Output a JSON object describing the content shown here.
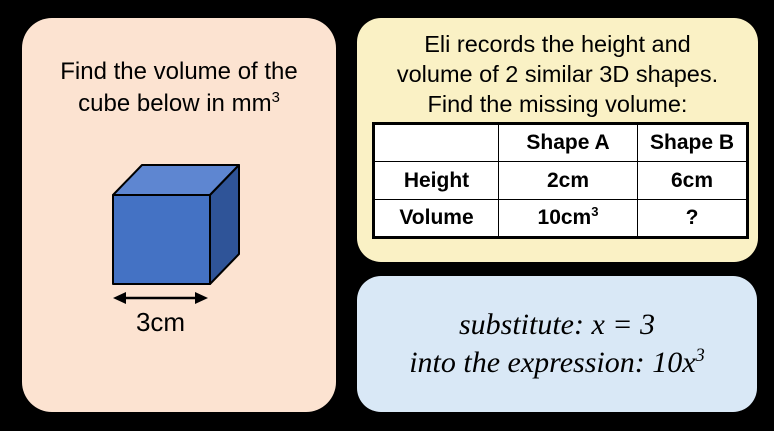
{
  "page": {
    "background_color": "#000000"
  },
  "left_panel": {
    "background_color": "#fce3d1",
    "title_line1": "Find the volume of the",
    "title_line2": "cube below in mm",
    "title_superscript": "3",
    "dimension_label": "3cm",
    "cube": {
      "front_color": "#4472c4",
      "top_color": "#5e86d1",
      "side_color": "#2f5498",
      "outline_color": "#000000"
    }
  },
  "right_top_panel": {
    "background_color": "#faf1c5",
    "text_line1": "Eli records the height and",
    "text_line2": "volume of 2 similar 3D shapes.",
    "text_line3": "Find the missing volume:",
    "table": {
      "col_headers": [
        "",
        "Shape A",
        "Shape B"
      ],
      "row_height": [
        "Height",
        "2cm",
        "6cm"
      ],
      "row_volume_label": "Volume",
      "row_volume_a_base": "10cm",
      "row_volume_a_superscript": "3",
      "row_volume_b": "?"
    }
  },
  "right_bottom_panel": {
    "background_color": "#d9e8f6",
    "line1": "substitute: x = 3",
    "line2_base": "into the expression: 10x",
    "line2_superscript": "3"
  }
}
